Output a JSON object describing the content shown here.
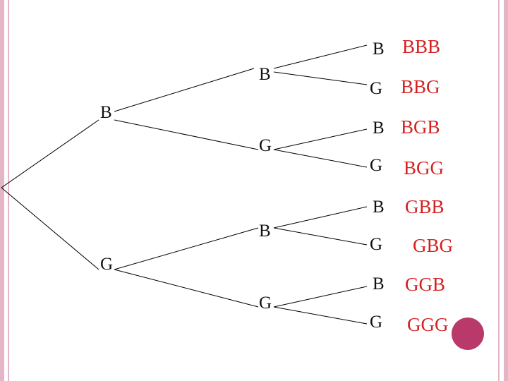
{
  "level1": [
    "B",
    "G"
  ],
  "level2": [
    "B",
    "G",
    "B",
    "G"
  ],
  "level3": [
    "B",
    "G",
    "B",
    "G",
    "B",
    "G",
    "B",
    "G"
  ],
  "outcomes": [
    "BBB",
    "BBG",
    "BGB",
    "BGG",
    "GBB",
    "GBG",
    "GGB",
    "GGG"
  ],
  "colors": {
    "outcome": "#d42020",
    "border": "#e4b5c6",
    "dot": "#b93a6a"
  }
}
